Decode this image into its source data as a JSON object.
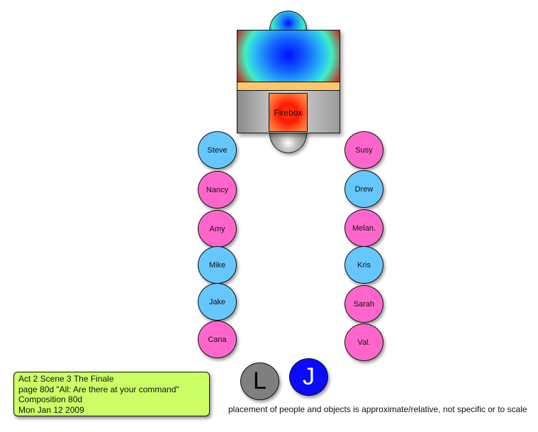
{
  "diagram": {
    "firebox_label": "Firebox",
    "left_column": [
      {
        "name": "Steve",
        "color": "#66c7ff"
      },
      {
        "name": "Nancy",
        "color": "#ff66cc"
      },
      {
        "name": "Amy",
        "color": "#ff66cc"
      },
      {
        "name": "Mike",
        "color": "#66c7ff"
      },
      {
        "name": "Jake",
        "color": "#66c7ff"
      },
      {
        "name": "Cana",
        "color": "#ff66cc"
      }
    ],
    "right_column": [
      {
        "name": "Susy",
        "color": "#ff66cc"
      },
      {
        "name": "Drew",
        "color": "#66c7ff"
      },
      {
        "name": "Melan.",
        "color": "#ff66cc"
      },
      {
        "name": "Kris",
        "color": "#66c7ff"
      },
      {
        "name": "Sarah",
        "color": "#ff66cc"
      },
      {
        "name": "Val.",
        "color": "#ff66cc"
      }
    ],
    "tokens": [
      {
        "letter": "L",
        "color": "#7f7f7f"
      },
      {
        "letter": "J",
        "color": "#0a0aff"
      }
    ]
  },
  "note": {
    "lines": [
      "Act 2 Scene 3 The Finale",
      "page 80d \"All: Are there at your command\"",
      "Composition 80d",
      "Mon Jan 12 2009"
    ],
    "color": "#ccff66"
  },
  "caption": "placement of people and objects is approximate/relative, not specific or to scale"
}
